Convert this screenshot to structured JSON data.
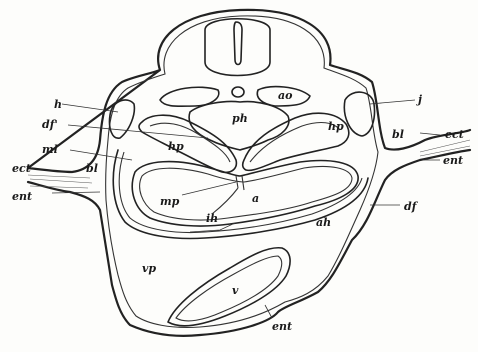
{
  "labels": {
    "h": "h",
    "df_prime": "df'",
    "ml": "ml",
    "ect_left": "ect",
    "ent_left": "ent",
    "bl_left": "bl",
    "hp_left": "hp",
    "ph": "ph",
    "ao": "ao",
    "hp_right": "hp",
    "j": "j",
    "bl_right": "bl",
    "ect_right": "ect",
    "ent_right": "ent",
    "mp": "mp",
    "a": "a",
    "ih": "ih",
    "ah": "ah",
    "df": "df",
    "vp": "vp",
    "v": "v",
    "ent_bottom": "ent"
  },
  "colors": {
    "ink": "#222222",
    "paper": "#fdfdfb"
  }
}
